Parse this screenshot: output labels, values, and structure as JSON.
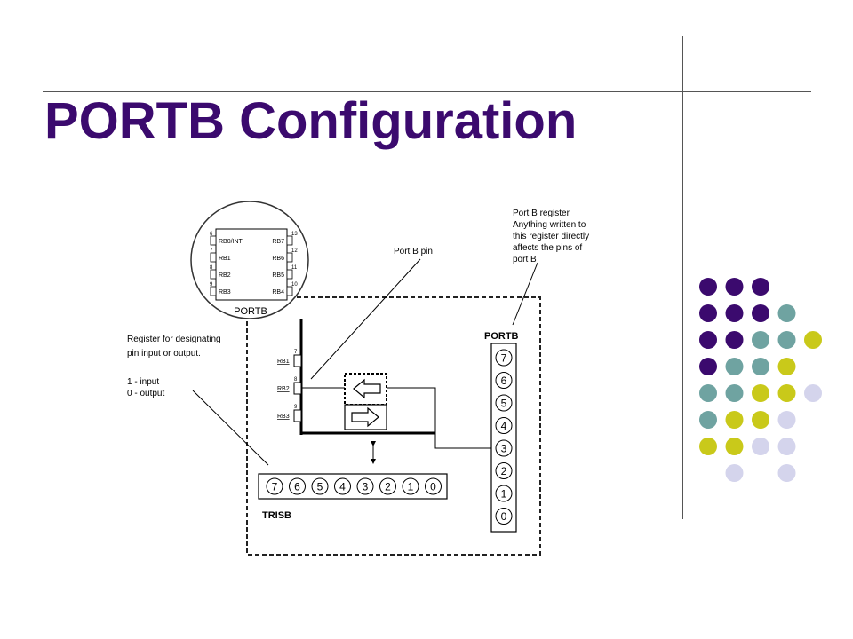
{
  "slide": {
    "title": "PORTB Configuration"
  },
  "diagram": {
    "chip": {
      "label": "PORTB",
      "left_pins": [
        {
          "num": "6",
          "name": "RB0/INT"
        },
        {
          "num": "7",
          "name": "RB1"
        },
        {
          "num": "8",
          "name": "RB2"
        },
        {
          "num": "9",
          "name": "RB3"
        }
      ],
      "right_pins": [
        {
          "num": "13",
          "name": "RB7"
        },
        {
          "num": "12",
          "name": "RB6"
        },
        {
          "num": "11",
          "name": "RB5"
        },
        {
          "num": "10",
          "name": "RB4"
        }
      ]
    },
    "annotations": {
      "port_b_pin": "Port B pin",
      "port_b_register": [
        "Port B register",
        "Anything written to",
        "this register directly",
        "affects the pins of",
        "port B"
      ],
      "trisb_desc": [
        "Register for designating",
        "pin input or output."
      ],
      "legend": [
        "1 - input",
        "0 - output"
      ]
    },
    "pins": [
      {
        "num": "7",
        "name": "RB1"
      },
      {
        "num": "8",
        "name": "RB2"
      },
      {
        "num": "9",
        "name": "RB3"
      }
    ],
    "portb": {
      "label": "PORTB",
      "bits": [
        "7",
        "6",
        "5",
        "4",
        "3",
        "2",
        "1",
        "0"
      ]
    },
    "trisb": {
      "label": "TRISB",
      "bits": [
        "7",
        "6",
        "5",
        "4",
        "3",
        "2",
        "1",
        "0"
      ]
    }
  },
  "decoration": {
    "colors": {
      "purple": "#3b0a6e",
      "teal": "#6fa3a1",
      "yellow": "#c9c91a",
      "lavender": "#d4d4ec"
    },
    "dot_grid": [
      [
        "purple",
        "purple",
        "purple",
        null,
        null
      ],
      [
        "purple",
        "purple",
        "purple",
        "teal",
        null
      ],
      [
        "purple",
        "purple",
        "teal",
        "teal",
        "yellow"
      ],
      [
        "purple",
        "teal",
        "teal",
        "yellow",
        null
      ],
      [
        "teal",
        "teal",
        "yellow",
        "yellow",
        "lavender"
      ],
      [
        "teal",
        "yellow",
        "yellow",
        "lavender",
        null
      ],
      [
        "yellow",
        "yellow",
        "lavender",
        "lavender",
        null
      ],
      [
        null,
        "lavender",
        null,
        "lavender",
        null
      ]
    ]
  }
}
